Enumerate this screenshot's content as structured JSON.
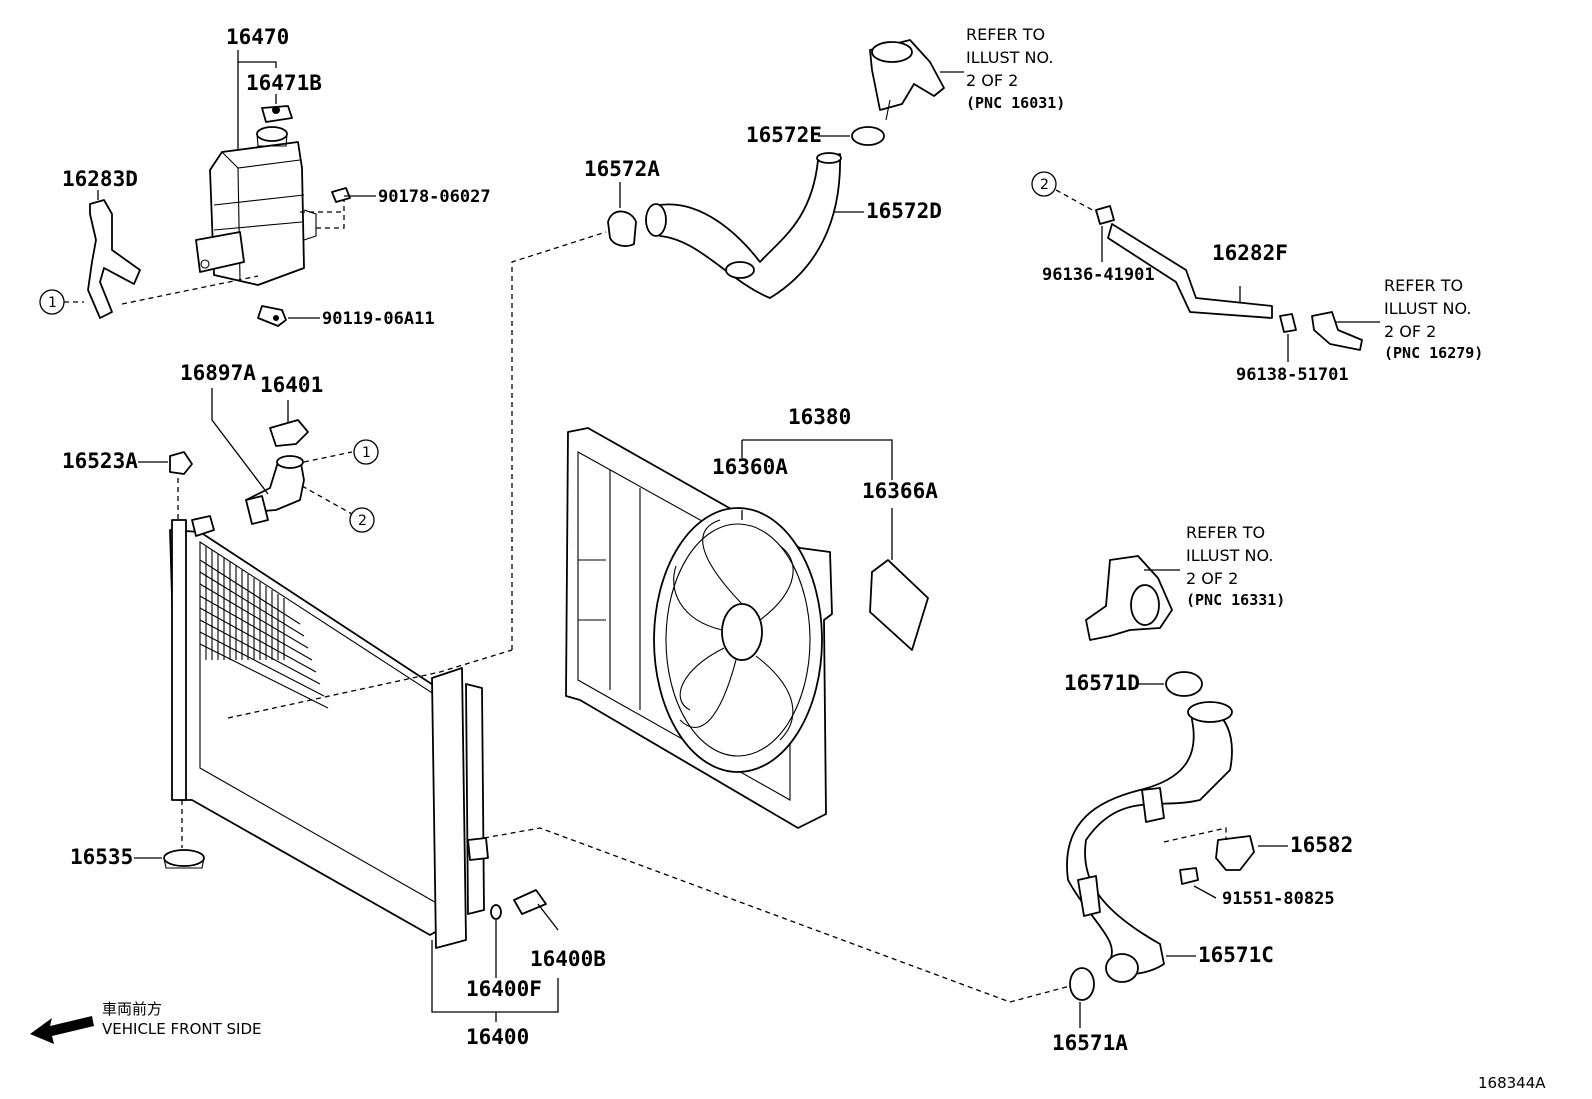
{
  "parts": {
    "p16470": "16470",
    "p16471B": "16471B",
    "p16283D": "16283D",
    "p90178": "90178-06027",
    "p90119": "90119-06A11",
    "p16897A": "16897A",
    "p16401": "16401",
    "p16523A": "16523A",
    "p16535": "16535",
    "p16400": "16400",
    "p16400F": "16400F",
    "p16400B": "16400B",
    "p16572A": "16572A",
    "p16572E": "16572E",
    "p16572D": "16572D",
    "p16380": "16380",
    "p16360A": "16360A",
    "p16366A": "16366A",
    "p96136": "96136-41901",
    "p16282F": "16282F",
    "p96138": "96138-51701",
    "p16571D": "16571D",
    "p16582": "16582",
    "p91551": "91551-80825",
    "p16571C": "16571C",
    "p16571A": "16571A"
  },
  "refs": {
    "r16031": {
      "l1": "REFER TO",
      "l2": "ILLUST NO.",
      "l3": "2 OF 2",
      "l4": "(PNC 16031)"
    },
    "r16279": {
      "l1": "REFER TO",
      "l2": "ILLUST NO.",
      "l3": "2 OF 2",
      "l4": "(PNC 16279)"
    },
    "r16331": {
      "l1": "REFER TO",
      "l2": "ILLUST NO.",
      "l3": "2 OF 2",
      "l4": "(PNC 16331)"
    }
  },
  "connectors": {
    "c1": "1",
    "c2": "2"
  },
  "orientation": {
    "jp": "車両前方",
    "en": "VEHICLE FRONT SIDE"
  },
  "figure_id": "168344A"
}
